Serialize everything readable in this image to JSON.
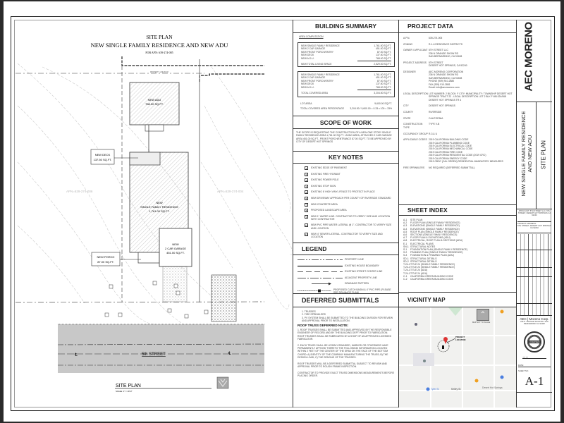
{
  "drawing": {
    "title": "SITE PLAN",
    "subtitle": "NEW SINGLE FAMILY RESIDENCE AND NEW ADU",
    "apn": "FOR APN: 639-274-005",
    "adu": [
      "NEW ADU",
      "768.00 SQ.FT."
    ],
    "house": [
      "NEW",
      "SINGLE FAMILY RESIDENCE",
      "1,761.00 SQ.FT."
    ],
    "garage": [
      "NEW",
      "2 CAR GARAGE",
      "451.00 SQ.FT."
    ],
    "deck": [
      "NEW DECK",
      "137.50 SQ.FT."
    ],
    "porch": [
      "NEW PORCH",
      "87.00 SQ.FT."
    ],
    "apn_left": "APN=639-274-006",
    "apn_right": "APN=639-274-004",
    "street": "5th STREET",
    "prop_line": "PROPERTY LINE 50.00'",
    "label": "SITE PLAN",
    "scale": "SCALE: 1\" = 10'-0\""
  },
  "building_summary": {
    "title": "BUILDING SUMMARY",
    "area_label": "AREA COMPUTATION",
    "living": [
      [
        "NEW SINGLE FAMILY RESIDENCE",
        "1,761.00 SQ.FT."
      ],
      [
        "NEW 2 CAR GARAGE",
        "451.00 SQ.FT."
      ],
      [
        "NEW FRONT PORCH/ENTRY",
        "87.00 SQ.FT."
      ],
      [
        "NEW DECK",
        "137.50 SQ.FT."
      ],
      [
        "NEW A.D.U.",
        "768.00 SQ.FT."
      ]
    ],
    "living_total": [
      "NEW TOTAL LIVING SPACE",
      "2,529.00 SQ.FT."
    ],
    "covered": [
      [
        "NEW SINGLE FAMILY RESIDENCE",
        "1,761.00 SQ.FT."
      ],
      [
        "NEW 2 CAR GARAGE",
        "451.00 SQ.FT."
      ],
      [
        "NEW FRONT PORCH/ENTRY",
        "87.00 SQ.FT."
      ],
      [
        "NEW DECK",
        "137.50 SQ.FT."
      ],
      [
        "NEW A.D.U.",
        "768.00 SQ.FT."
      ]
    ],
    "covered_total": [
      "TOTAL COVERED AREA",
      "3,204.50 SQ.FT."
    ],
    "lot_area": [
      "LOT AREA",
      "9,600.00 SQ.FT."
    ],
    "percentage": [
      "TOTAL COVERED AREA PERCENTAGE",
      "3,204.50 / 9,600.00 = 0.33 x 100 = 33%"
    ]
  },
  "scope": {
    "title": "SCOPE OF WORK",
    "text": "THE SCOPE IS REQUESTING THE CONSTRUCTION OF A NEW ONE STORY SINGLE FAMILY RESIDENCE AREA 1,761.00 SQ.FT. LIVING AREA, ATTACHED 2 CAR GARAGE AREA 451.00 SQ.FT., FRONT PORCH/ENTRANCE 87.00 SQ.FT. TO BE APPROVED BY CITY OF DESERT HOT SPRINGS"
  },
  "key_notes": {
    "title": "KEY NOTES",
    "items": [
      "EXISTING EDGE OF PAVEMENT",
      "EXISTING FIRE HYDRANT",
      "EXISTING POWER POLE",
      "EXISTING STOP SIGN",
      "EXISTING 6' HIGH VINYL FENCE TO PROTECT IN PLACE",
      "NEW DRIVEWAY APPROACH PER COUNTY OF RIVERSIDE STANDARD",
      "NEW CONCRETE AREA",
      "PROPOSED LANDSCAPE AREA",
      "NEW 1\" WATER LINE. CONTRACTOR TO VERIFY SIZE AND LOCATION WITH CONTRACTOR",
      "NEW PVC PIPE WATER LATERAL @ 1\". CONTRACTOR TO VERIFY SIZE AND LOCATION",
      "NEW 4\" SEWER LATERAL. CONTRACTOR TO VERIFY SIZE AND LOCATION"
    ]
  },
  "legend": {
    "title": "LEGEND",
    "items": [
      "PROPERTY LINE",
      "EXISTING HOUSE BOUNDARY",
      "EXISTING STREET CENTER LINE",
      "ADJACENT PROPERTY LINE",
      "DRAINAGE PATTERN",
      "PROPOSED CATCH BASIN & 4\" PVC PIPE (PLEASE SEE DRAINAGE PLAN)"
    ]
  },
  "deferred": {
    "title": "DEFERRED SUBMITTALS",
    "items": [
      "1. TRUSSES",
      "2. FIRE SPRINKLERS",
      "3. PV SYSTEM SHALL BE SUBMITTED TO THE BUILDING DIVISION FOR REVIEW AND APPROVAL PRIOR TO INSTALLATION."
    ],
    "note_title": "ROOF TRUSS DEFERRED NOTE:",
    "paras": [
      "1. ROOF TRUSSES SHALL BE SUBMITTED AND APPROVED BY THE RESPONSIBLE ENGINEER OF RECORD AND BY THE BUILDING DEPT PRIOR TO FABRICATION. ROOF TRUSSES SHALL BE FABRICATED BY A SHOP OF AN APPROVED LICENSED FABRICATOR.",
      "2. EACH TRUSS SHALL BE LEGIBLY BRANDED, MARKED OR OTHERWISE HAVE PERMANENTLY AFFIXED THERETO THE FOLLOWING INFORMATION LOCATED WITHIN 2 FEET OF THE CENTER OF THE SPAN ON THE FACE OF THE BOTTOM CHORD: A) IDENTITY OF THE COMPANY MANUFACTURING THE TRUSS; B) THE DESIGN LOAD; C) THE SPACING OF THE TRUSSES.",
      "ROOF TRUSSES WILL BE A DEFERRED SUBMITTAL SUBJECT TO REVIEW AND APPROVAL PRIOR TO ROUGH FRAME INSPECTION.",
      "CONTRACTOR TO PROVIDE EXACT TRUSS DIMENSIONS MEASUREMENTS BEFORE PLACING ORDER."
    ]
  },
  "project_data": {
    "title": "PROJECT DATA",
    "rows": [
      [
        "A.P.N.",
        "639-274-005"
      ],
      [
        "ZONING",
        "R-1-6 RESIDENCE DISTRICTS"
      ],
      [
        "OWNER / APPLICANT",
        "5TH STREET LLC\n236 N ORANGE SHOW RD\nSAN BERNARDINO, CA 92408"
      ],
      [
        "PROJECT ADDRESS",
        "5TH STREET\nDESERT HOT SPRINGS, CA 92240"
      ],
      [
        "DESIGNER",
        "AEC MORENO CORPORATION\n236 N ORANGE SHOW RD\nSAN BERNARDINO, CA 92408\nPHONE (909) 910-2880\nFAX (909) 910-2881\nEmail: info@aecmoreno.com"
      ],
      [
        "LEGAL DESCRIPTION",
        "LOT NUMBER: 2 BLOCK: F CITY: MUNICIPALITY: TOWNSHIP DESERT HOT SPRINGS TRACT 22 - LEGAL DESCRIPTION LOT 2 BLK F MB 024/068 DESERT HOT SPRINGS TR 4"
      ],
      [
        "CITY",
        "DESERT HOT SPRINGS"
      ],
      [
        "COUNTY",
        "RIVERSIDE"
      ],
      [
        "STATE",
        "CALIFORNIA"
      ],
      [
        "CONSTRUCTION TYPE",
        "TYPE V-B"
      ],
      [
        "OCCUPANCY GROUP",
        "R-3 & U"
      ],
      [
        "APPLICABLE CODES",
        "2019 CALIFORNIA BUILDING CODE\n2019 CALIFORNIA PLUMBING CODE\n2019 CALIFORNIA ELECTRICAL CODE\n2019 CALIFORNIA MECHANICAL CODE\n2019 CALIFORNIA FIRE CODE\n2019 CALIFORNIA RESIDENTIAL CODE (2019 CRC)\n2019 CALIFORNIA ENERGY CODE\n2019 CBSC (CAL GREEN) RESIDENTIAL MANDATORY MEASURES"
      ],
      [
        "FIRE SPRINKLERS",
        "NO REQUIRED (DEFERRED SUBMITTAL)"
      ]
    ]
  },
  "sheet_index": {
    "title": "SHEET INDEX",
    "items": [
      [
        "A-1",
        "SITE PLAN"
      ],
      [
        "A-2",
        "FLOOR PLAN (SINGLE FAMILY RESIDENCE)"
      ],
      [
        "A-3",
        "ELEVATIONS (SINGLE FAMILY RESIDENCE)"
      ],
      [
        "A-4",
        "ELEVATIONS (SINGLE FAMILY RESIDENCE)"
      ],
      [
        "A-5",
        "ROOF PLAN (SINGLE FAMILY RESIDENCE)"
      ],
      [
        "A-6",
        "SECTIONS (SINGLE FAMILY RESIDENCE)"
      ],
      [
        "A-7",
        "FLOOR PLAN & ELEVATIONS (ADU)"
      ],
      [
        "A-8",
        "ELECTRICAL, ROOF PLAN & SECTIONS (ADU)"
      ],
      [
        "E-1",
        "ELECTRICAL PLANS"
      ],
      [
        "SN-1",
        "STRUCTURAL NOTES"
      ],
      [
        "S-1",
        "FOUNDATION PLAN (SINGLE FAMILY RESIDENCE)"
      ],
      [
        "S-2",
        "FRAMING PLAN (SINGLE FAMILY RESIDENCE)"
      ],
      [
        "S-3",
        "FOUNDATION & FRAMING PLAN (ADU)"
      ],
      [
        "SD-1",
        "STRUCTURAL DETAILS"
      ],
      [
        "SD-2",
        "STRUCTURAL DETAILS"
      ],
      [
        "T-24-1",
        "TITLE 24 (SINGLE FAMILY RESIDENCE)"
      ],
      [
        "T-24-1",
        "TITLE 24 (SINGLE FAMILY RESIDENCE)"
      ],
      [
        "T-24-1",
        "TITLE 24 (ADU)"
      ],
      [
        "T-24-1",
        "TITLE 24 (ADU)"
      ],
      [
        "C-1",
        "CALIFORNIA GREEN BUILDING CODE"
      ],
      [
        "C-2",
        "CALIFORNIA GREEN BUILDING CODE"
      ]
    ]
  },
  "vicinity": {
    "title": "VICINITY MAP",
    "project_location": "PROJECT LOCATION",
    "map_not_to_scale": "MAP NOT TO SCALE",
    "places": [
      "Desert Hot Springs",
      "Tyler St",
      "Kelley St"
    ]
  },
  "title_block": {
    "logo": "AEC MORENO",
    "project": [
      "NEW SINGLE FAMILY RESIDENCE",
      "AND NEW ADU"
    ],
    "sheet_title": "SITE PLAN",
    "applicant": "APPLICANT: 5TH STREET LLC, 5TH STREET, DESERT HOT SPRINGS CA 92240",
    "project_address_label": "PROJECT ADDRESS:",
    "project_address": "5TH STREET, DESERT HOT SPRINGS CA 92240",
    "company": "AEC | Moreno Corp.",
    "company_addr": "236 N. ORANGE SHOW RD. SAN BERNARDINO CA 92408",
    "seal": "LICENSED",
    "date_label": "DATE:",
    "sheet_no_label": "SHEET NO.",
    "sheet_no": "A-1"
  }
}
